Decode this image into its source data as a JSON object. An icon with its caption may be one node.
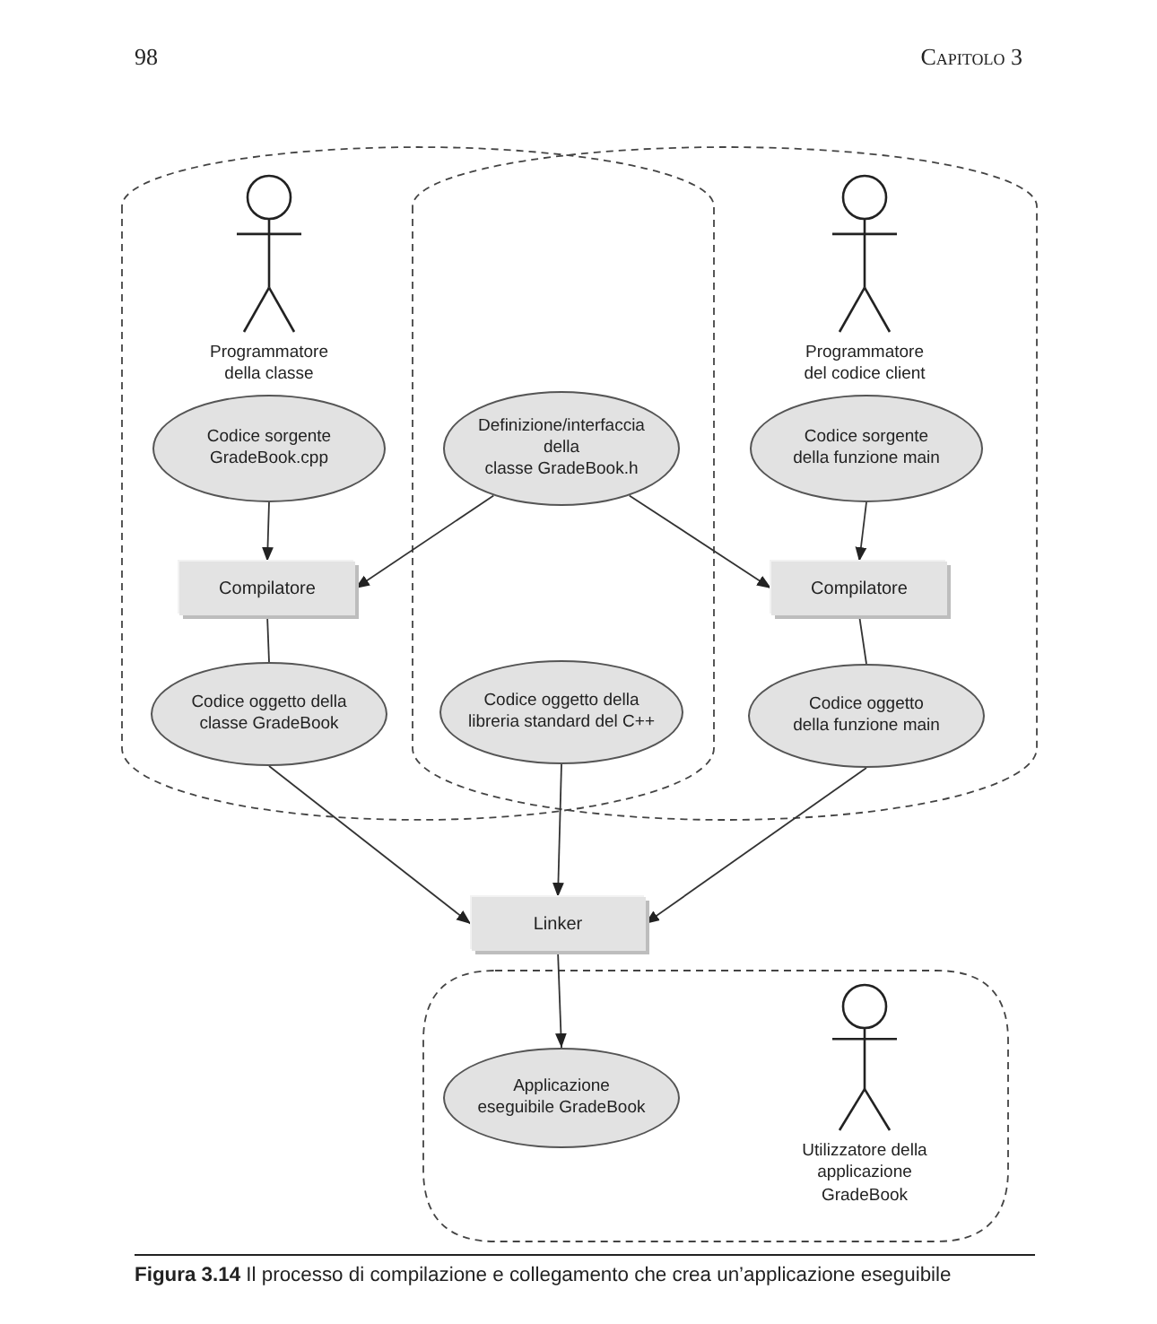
{
  "diagram": {
    "caption": "**Figura 3.14** Il processo di compilazione e collegamento che crea un’applicazione eseguibile",
    "nodes": [
      {
        "text": [
          "Programmatore della classe"
        ]
      },
      {
        "text": [
          "Programmatore del codice client"
        ]
      },
      {
        "text": [
          "Codice sorgente GradeBook.cpp"
        ]
      },
      {
        "text": [
          "Definizione/interfaccia della classe GradeBook.h"
        ]
      },
      {
        "text": [
          "Codice sorgente della funzione main"
        ]
      },
      {
        "text": [
          "Compilatore"
        ]
      },
      {
        "text": [
          "Compilatore"
        ]
      },
      {
        "text": [
          "Codice oggetto della classe GradeBook"
        ]
      },
      {
        "text": [
          "Codice oggetto della libreria standard del C++"
        ]
      },
      {
        "text": [
          "Codice oggetto della funzione main"
        ]
      },
      {
        "text": [
          "Linker"
        ]
      },
      {
        "text": [
          "Applicazione eseguibile GradeBook"
        ]
      },
      {
        "text": [
          "Utilizzatore della applicazione GradeBook"
        ]
      }
    ],
    "edges": [
      {
        "from": 2,
        "to": 5,
        "arrow": "to"
      },
      {
        "from": 3,
        "to": 5,
        "arrow": "to"
      },
      {
        "from": 3,
        "to": 6,
        "arrow": "to"
      },
      {
        "from": 4,
        "to": 6,
        "arrow": "to"
      },
      {
        "from": 5,
        "to": 7,
        "arrow": "none"
      },
      {
        "from": 6,
        "to": 9,
        "arrow": "none"
      },
      {
        "from": 7,
        "to": 10,
        "arrow": "to"
      },
      {
        "from": 8,
        "to": 10,
        "arrow": "to"
      },
      {
        "from": 9,
        "to": 10,
        "arrow": "to"
      },
      {
        "from": 10,
        "to": 11,
        "arrow": "to"
      }
    ],
    "labels": [
      "98",
      "Capitolo 3"
    ]
  }
}
